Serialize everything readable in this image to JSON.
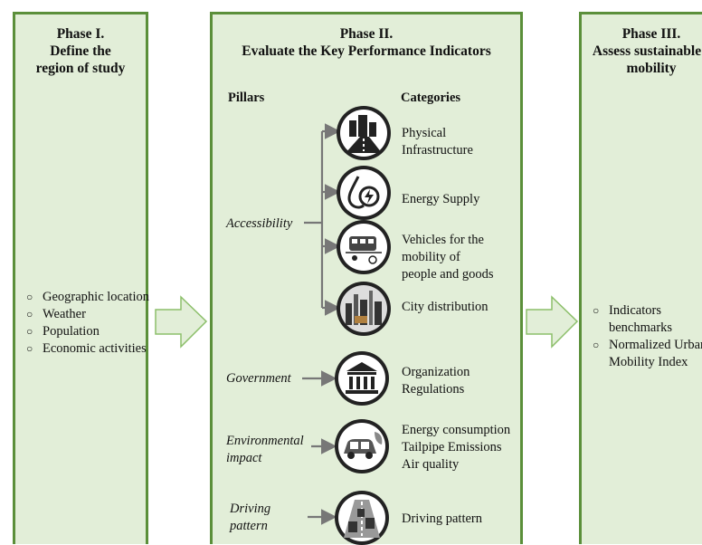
{
  "phase1": {
    "title": "Phase I.\nDefine the\nregion of study",
    "items": [
      "Geographic location",
      "Weather",
      "Population",
      "Economic activities"
    ]
  },
  "phase2": {
    "title": "Phase II.\nEvaluate the Key Performance Indicators",
    "pillars_header": "Pillars",
    "categories_header": "Categories",
    "pillars": {
      "accessibility": "Accessibility",
      "government": "Government",
      "environmental": "Environmental\nimpact",
      "driving": "Driving\npattern"
    },
    "categories": {
      "physical": "Physical\nInfrastructure",
      "energy": "Energy Supply",
      "vehicles": "Vehicles for the\nmobility of\npeople and goods",
      "city": "City distribution",
      "government": "Organization\nRegulations",
      "environmental": "Energy consumption\nTailpipe Emissions\nAir quality",
      "driving": "Driving pattern"
    }
  },
  "phase3": {
    "title_line1": "Phase III.",
    "title_line2": "Assess sustainable",
    "title_line3": "mobility",
    "items": [
      "Indicators benchmarks",
      "Normalized Urban Mobility Index"
    ]
  },
  "colors": {
    "panel_fill": "#e2eed8",
    "panel_border": "#5b8f3a",
    "arrow_fill": "#e2eed8",
    "arrow_stroke": "#8cbf6a",
    "connector": "#777777"
  },
  "icons": [
    "road-city-icon",
    "energy-drop-icon",
    "vehicles-people-icon",
    "city-skyline-icon",
    "government-building-icon",
    "car-leaf-icon",
    "driving-road-icon"
  ]
}
